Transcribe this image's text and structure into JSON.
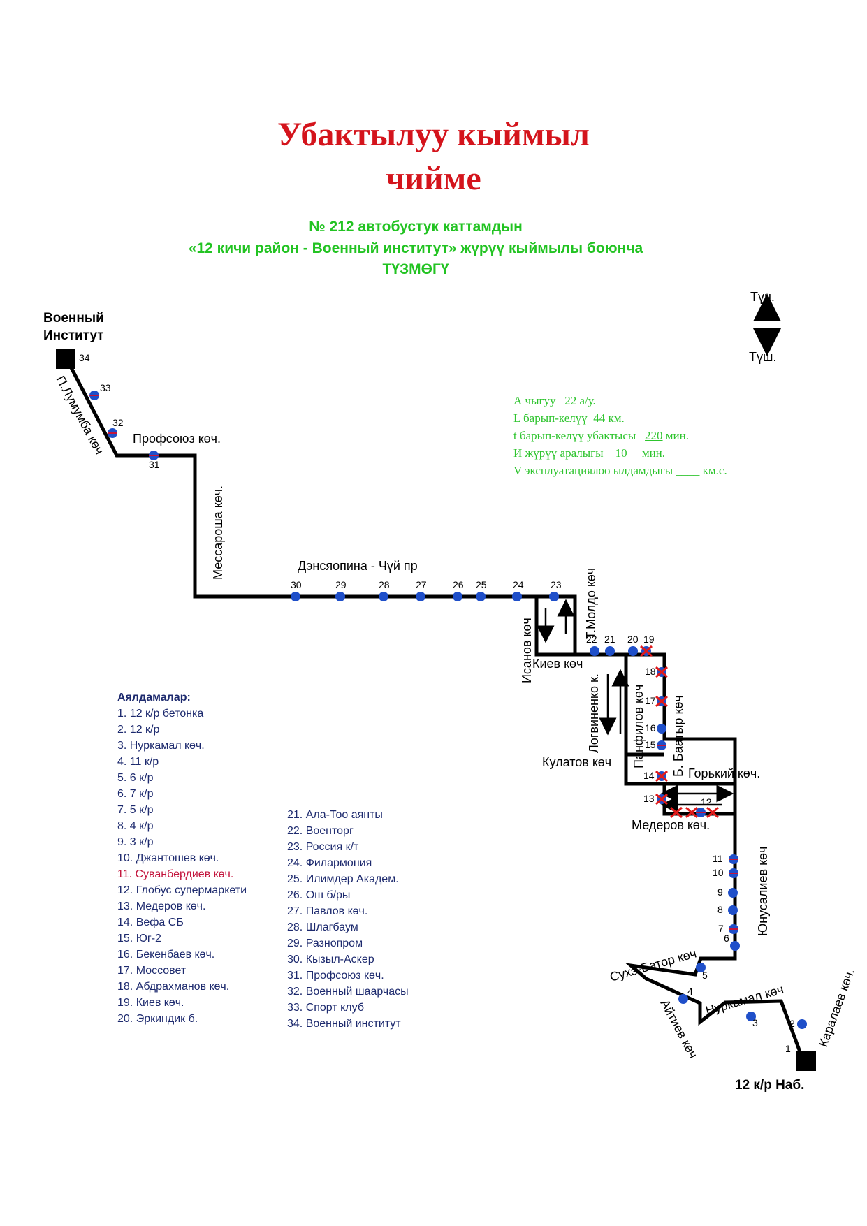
{
  "title_line1": "Убактылуу кыймыл",
  "title_line2": "чийме",
  "subtitle_line1": "№ 212 автобустук каттамдын",
  "subtitle_line2": "«12 кичи район - Военный институт» жүрүү кыймылы  боюнча",
  "subtitle_line3": "ТҮЗМӨГҮ",
  "compass": {
    "north": "Түн.",
    "south": "Түш."
  },
  "params": {
    "a_label": "А чыгуу",
    "a_value": "22 а/у.",
    "l_label": "L барып-келүү",
    "l_value": "44",
    "l_unit": "км.",
    "t_label": "t барып-келүү убактысы",
    "t_value": "220",
    "t_unit": "мин.",
    "i_label": "И жүрүү аралыгы",
    "i_value": "10",
    "i_unit": "мин.",
    "v_label": "V эксплуатациялоо ылдамдыгы",
    "v_value": "____",
    "v_unit": "км.с."
  },
  "endpoints": {
    "start_line1": "Военный",
    "start_line2": "Институт",
    "end": "12 к/р Наб."
  },
  "street_labels": {
    "lumumba": "П.Лумумба көч",
    "profsoyuz": "Профсоюз көч.",
    "messarosha": "Мессарошa көч.",
    "densyaopina": "Дэнсяопина - Чүй пр",
    "isanov": "Исанов көч",
    "moldo": "Т.Молдо көч",
    "kiev": "Киев көч",
    "logvinenko": "Логвиненко к.",
    "panfilov": "Панфилов көч",
    "baatyr": "Б. Баатыр көч",
    "kulatov": "Кулатов көч",
    "gorkiy": "Горький көч.",
    "mederov": "Медеров көч.",
    "yunusaliev": "Юнусалиев көч",
    "sukhe": "Сухэ-Батор көч",
    "aitiev": "Айтиев көч",
    "nurkamal": "Нуркамал көч",
    "karalaev": "Каралаев көч."
  },
  "stop_numbers": [
    "1",
    "2",
    "3",
    "4",
    "5",
    "6",
    "7",
    "8",
    "9",
    "10",
    "11",
    "12",
    "13",
    "14",
    "15",
    "16",
    "17",
    "18",
    "19",
    "20",
    "21",
    "22",
    "23",
    "24",
    "25",
    "26",
    "27",
    "28",
    "29",
    "30",
    "31",
    "32",
    "33",
    "34"
  ],
  "legend": {
    "header": "Аялдамалар:",
    "items_col1": [
      "1. 12 к/р бетонка",
      "2. 12 к/р",
      "3. Нуркамал көч.",
      "4.  11 к/р",
      "5.  6 к/р",
      "6.  7 к/р",
      "7.  5 к/р",
      "8.  4 к/р",
      "9.  3 к/р",
      "10. Джантошев көч.",
      "11. Суванбердиев көч.",
      "12. Глобус супермаркети",
      "13. Медеров көч.",
      "14. Вефа СБ",
      "15. Юг-2",
      "16. Бекенбаев көч.",
      "17. Моссовет",
      "18. Абдрахманов көч.",
      "19. Киев көч.",
      "20. Эркиндик б."
    ],
    "items_col2": [
      "21. Ала-Тоо аянты",
      "22. Военторг",
      "23. Россия к/т",
      "24. Филармония",
      "25. Илимдер Академ.",
      "26. Ош б/ры",
      "27. Павлов көч.",
      "28. Шлагбаум",
      "29. Разнопром",
      "30. Кызыл-Аскер",
      "31. Профсоюз көч.",
      "32. Военный шаарчасы",
      "33. Спорт клуб",
      "34. Военный институт"
    ]
  },
  "colors": {
    "title": "#d4141c",
    "subtitle": "#22c322",
    "route_line": "#000000",
    "stop": "#1f4fc9",
    "closed_mark": "#e11b1b",
    "legend_text": "#1d2a6e"
  }
}
